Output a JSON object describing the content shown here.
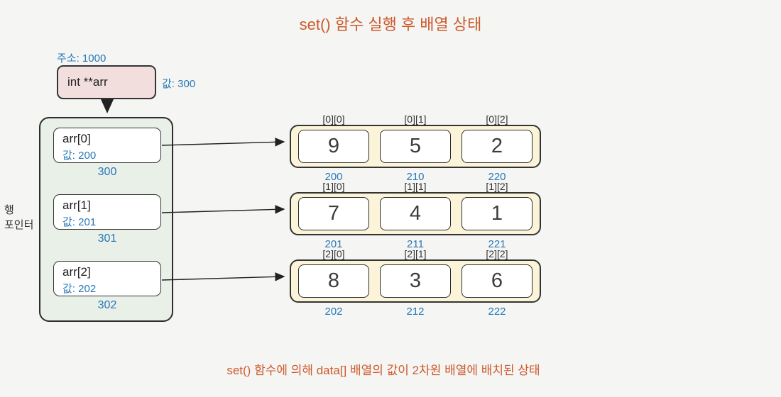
{
  "title": "set() 함수 실행 후 배열 상태",
  "caption": "set() 함수에 의해 data[] 배열의 값이 2차원 배열에 배치된 상태",
  "pointer_var": {
    "address_label": "주소: 1000",
    "name": "int **arr",
    "value_label": "값: 300"
  },
  "row_pointer_label": {
    "line1": "행",
    "line2": "포인터"
  },
  "row_pointers": [
    {
      "name": "arr[0]",
      "value": "값: 200",
      "address": "300"
    },
    {
      "name": "arr[1]",
      "value": "값: 201",
      "address": "301"
    },
    {
      "name": "arr[2]",
      "value": "값: 202",
      "address": "302"
    }
  ],
  "array_rows": [
    {
      "indices": [
        "[0][0]",
        "[0][1]",
        "[0][2]"
      ],
      "values": [
        "9",
        "5",
        "2"
      ],
      "addresses": [
        "200",
        "210",
        "220"
      ]
    },
    {
      "indices": [
        "[1][0]",
        "[1][1]",
        "[1][2]"
      ],
      "values": [
        "7",
        "4",
        "1"
      ],
      "addresses": [
        "201",
        "211",
        "221"
      ]
    },
    {
      "indices": [
        "[2][0]",
        "[2][1]",
        "[2][2]"
      ],
      "values": [
        "8",
        "3",
        "6"
      ],
      "addresses": [
        "202",
        "212",
        "222"
      ]
    }
  ],
  "colors": {
    "background": "#f5f5f3",
    "accent_orange": "#cc5a2d",
    "accent_blue": "#2878b8",
    "pointer_box_fill": "#f2dedd",
    "row_container_fill": "#e9f0e8",
    "array_row_fill": "#fcf4d9",
    "border": "#2d2d2d"
  }
}
